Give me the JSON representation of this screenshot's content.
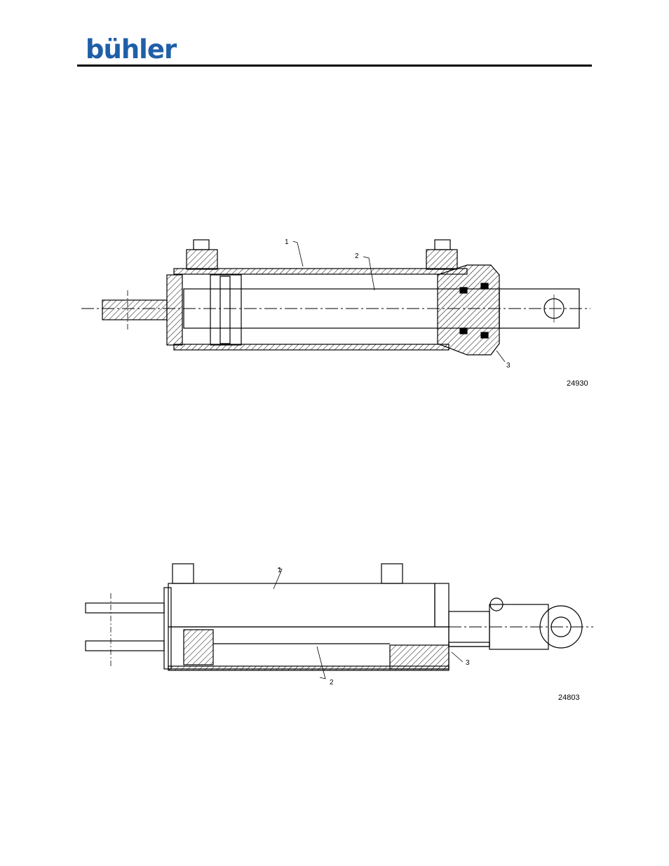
{
  "header": {
    "logo_text": "bühler",
    "brand_color": "#1f5fa8"
  },
  "figure1": {
    "callouts": [
      "1",
      "2",
      "3"
    ],
    "figure_number": "24930"
  },
  "figure2": {
    "callouts": [
      "1",
      "2",
      "3"
    ],
    "figure_number": "24803"
  }
}
